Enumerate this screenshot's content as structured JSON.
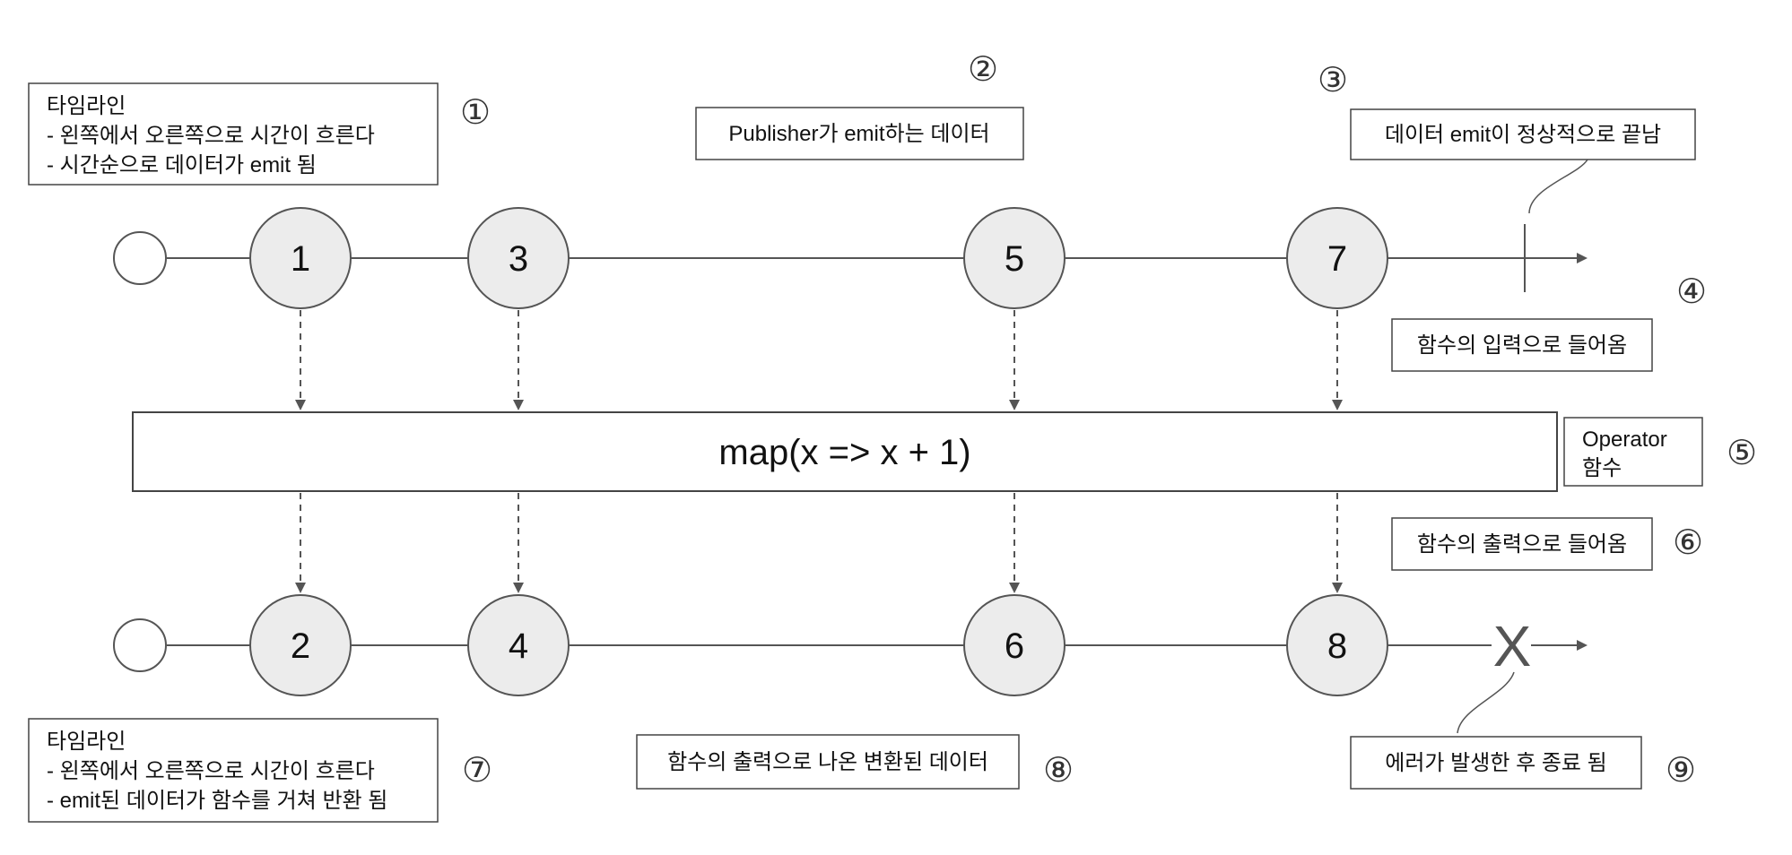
{
  "colors": {
    "line": "#555555",
    "marble_fill": "#ececec",
    "marble_stroke": "#555555",
    "start_fill": "#ffffff",
    "box_stroke": "#444444",
    "arrow": "#555555",
    "background": "#ffffff"
  },
  "input_timeline": {
    "values": [
      "1",
      "3",
      "5",
      "7"
    ],
    "completion": "|"
  },
  "output_timeline": {
    "values": [
      "2",
      "4",
      "6",
      "8"
    ],
    "error_marker": "X"
  },
  "operator": {
    "expression": "map(x => x + 1)"
  },
  "annotations": {
    "timeline_top": {
      "lines": [
        "타임라인",
        "- 왼쪽에서 오른쪽으로 시간이 흐른다",
        "- 시간순으로 데이터가 emit 됨"
      ],
      "badge": "①"
    },
    "publisher_data": {
      "text": "Publisher가 emit하는 데이터",
      "badge": "②"
    },
    "completion": {
      "text": "데이터 emit이 정상적으로 끝남",
      "badge": "③"
    },
    "function_input": {
      "text": "함수의 입력으로 들어옴",
      "badge": "④"
    },
    "operator_label": {
      "lines": [
        "Operator",
        "함수"
      ],
      "badge": "⑤"
    },
    "function_output": {
      "text": "함수의 출력으로 들어옴",
      "badge": "⑥"
    },
    "timeline_bottom": {
      "lines": [
        "타임라인",
        "- 왼쪽에서 오른쪽으로 시간이 흐른다",
        "- emit된 데이터가 함수를 거쳐 반환 됨"
      ],
      "badge": "⑦"
    },
    "transformed_data": {
      "text": "함수의 출력으로 나온 변환된 데이터",
      "badge": "⑧"
    },
    "error": {
      "text": "에러가 발생한 후 종료 됨",
      "badge": "⑨"
    }
  }
}
